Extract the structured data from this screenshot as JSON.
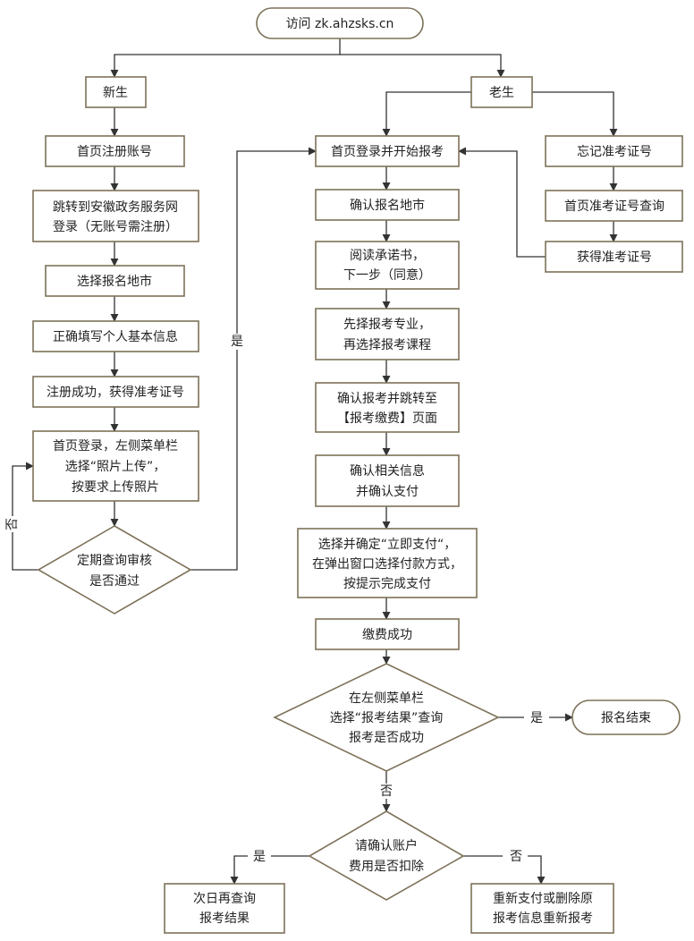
{
  "start": {
    "label": "访问 zk.ahzsks.cn"
  },
  "branches": {
    "new": "新生",
    "old": "老生"
  },
  "new_steps": [
    [
      "首页注册账号"
    ],
    [
      "跳转到安徽政务服务网",
      "登录（无账号需注册）"
    ],
    [
      "选择报名地市"
    ],
    [
      "正确填写个人基本信息"
    ],
    [
      "注册成功，获得准考证号"
    ],
    [
      "首页登录，左侧菜单栏",
      "选择“照片上传”，",
      "按要求上传照片"
    ]
  ],
  "review_decision": {
    "lines": [
      "定期查询审核",
      "是否通过"
    ],
    "yes": "是",
    "no": "否"
  },
  "old_steps": [
    [
      "首页登录并开始报考"
    ],
    [
      "确认报名地市"
    ],
    [
      "阅读承诺书，",
      "下一步（同意）"
    ],
    [
      "先择报考专业，",
      "再选择报考课程"
    ],
    [
      "确认报考并跳转至",
      "【报考缴费】页面"
    ],
    [
      "确认相关信息",
      "并确认支付"
    ],
    [
      "选择并确定“立即支付“，",
      "在弹出窗口选择付款方式，",
      "按提示完成支付"
    ],
    [
      "缴费成功"
    ]
  ],
  "forgot_steps": [
    [
      "忘记准考证号"
    ],
    [
      "首页准考证号查询"
    ],
    [
      "获得准考证号"
    ]
  ],
  "result_decision": {
    "lines": [
      "在左侧菜单栏",
      "选择“报考结果”查询",
      "报考是否成功"
    ],
    "yes": "是",
    "no": "否"
  },
  "end": {
    "label": "报名结束"
  },
  "fee_decision": {
    "lines": [
      "请确认账户",
      "费用是否扣除"
    ],
    "yes": "是",
    "no": "否"
  },
  "fee_yes": [
    "次日再查询",
    "报考结果"
  ],
  "fee_no": [
    "重新支付或删除原",
    "报考信息重新报考"
  ],
  "colors": {
    "border": "#7d7259",
    "line": "#333333"
  }
}
